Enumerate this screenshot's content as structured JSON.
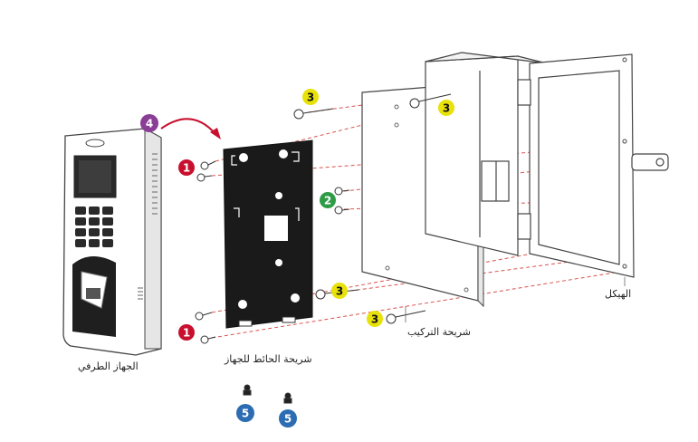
{
  "labels": {
    "terminal": "الجهاز الطرفي",
    "wall_plate": "شريحة الحائط للجهاز",
    "mounting_plate": "شريحة التركيب",
    "enclosure": "الهيكل"
  },
  "callouts": {
    "one": "1",
    "two": "2",
    "three": "3",
    "four": "4",
    "five": "5"
  },
  "colors": {
    "red": "#c8102e",
    "green": "#2e9b46",
    "yellow": "#e8e10a",
    "purple": "#8a3e95",
    "blue": "#2b6cb3",
    "dash": "#d9534f",
    "line": "#555555",
    "black": "#1a1a1a"
  }
}
